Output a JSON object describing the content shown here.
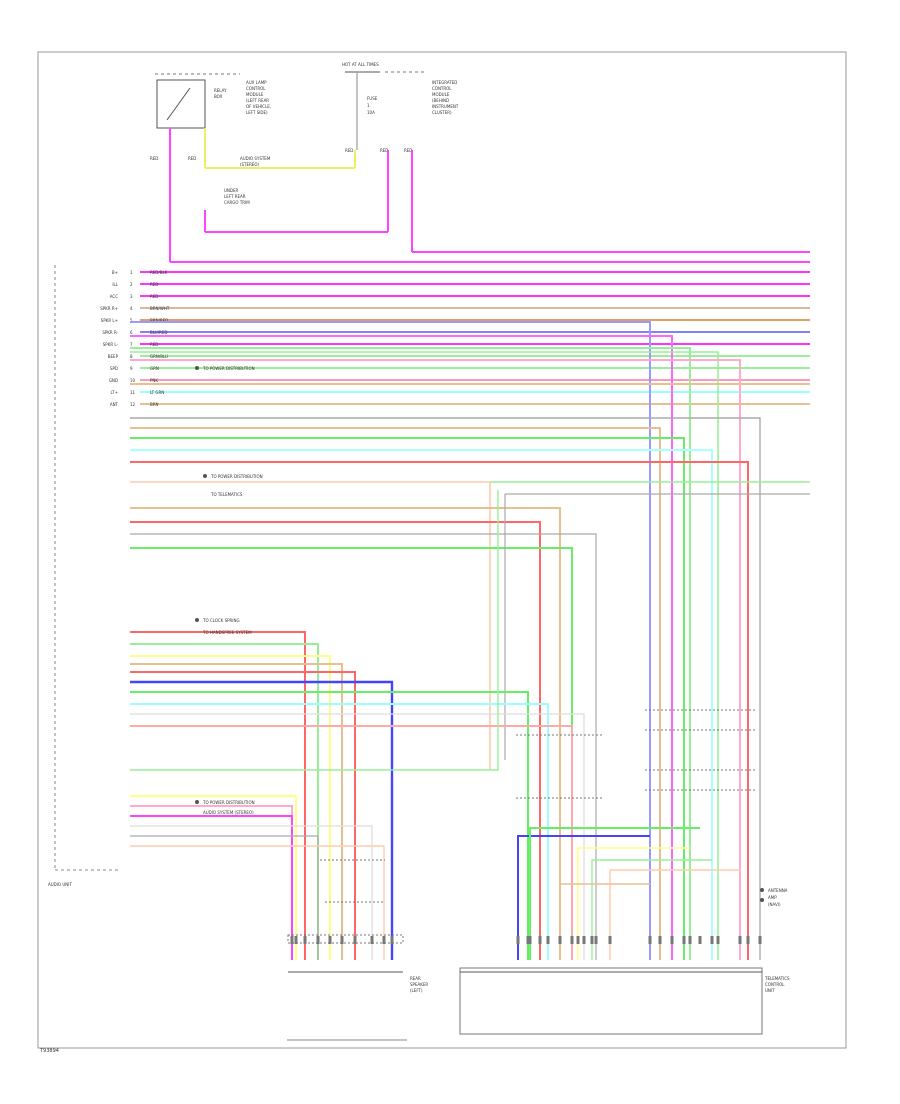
{
  "diagram": {
    "footer_code": "T93894",
    "bottom_rule_label": "",
    "top_fuse": {
      "label": "HOT AT ALL TIMES",
      "wire_a": "RED",
      "wire_b": "RED"
    },
    "relay_box": {
      "lines": [
        "RELAY",
        "BOX"
      ]
    },
    "relay_desc": {
      "lines": [
        "AUX LAMP",
        "CONTROL",
        "MODULE",
        "(LEFT REAR",
        "OF VEHICLE,",
        "LEFT SIDE)"
      ]
    },
    "relay_wires": {
      "left": "RED",
      "mid": "RED"
    },
    "yellow_note": {
      "lines": [
        "AUDIO SYSTEM",
        "(STEREO)"
      ]
    },
    "lower_note": {
      "lines": [
        "UNDER",
        "LEFT REAR",
        "CARGO TRIM"
      ]
    },
    "junction_desc": {
      "lines": [
        "INTEGRATED",
        "CONTROL",
        "MODULE",
        "(BEHIND",
        "INSTRUMENT",
        "CLUSTER)"
      ]
    },
    "junction_mid": {
      "lines": [
        "FUSE",
        "1",
        "10A"
      ]
    },
    "junction_wires": {
      "a": "RED",
      "b": "RED",
      "c": "RED"
    },
    "audio_unit_label": "AUDIO UNIT",
    "side_notes": [
      "TO POWER DISTRIBUTION",
      "TO POWER DISTRIBUTION",
      "TO TELEMATICS",
      "TO CLOCK SPRING",
      "TO HANDSFREE SYSTEM",
      "TO POWER DISTRIBUTION",
      "AUDIO SYSTEM (STEREO)"
    ],
    "right_block_label": [
      "ANTENNA",
      "AMP",
      "(NAVI)"
    ],
    "bottom_left_conn_label": [
      "REAR",
      "SPEAKER",
      "(LEFT)"
    ],
    "bottom_right_conn_label": [
      "TELEMATICS",
      "CONTROL",
      "UNIT"
    ],
    "rows": [
      {
        "label": "B+",
        "pin": "1",
        "wire": "RED/BLK",
        "color": "#ff33ff"
      },
      {
        "label": "ILL",
        "pin": "2",
        "wire": "RED",
        "color": "#ff33ff"
      },
      {
        "label": "ACC",
        "pin": "3",
        "wire": "RED",
        "color": "#ff33ff"
      },
      {
        "label": "SPKR R+",
        "pin": "4",
        "wire": "BRN/WHT",
        "color": "#d9b8a0"
      },
      {
        "label": "SPKR L+",
        "pin": "5",
        "wire": "BRN/RED",
        "color": "#e0a060"
      },
      {
        "label": "SPKR R-",
        "pin": "6",
        "wire": "BLU/RED",
        "color": "#8080ff"
      },
      {
        "label": "SPKR L-",
        "pin": "7",
        "wire": "RED",
        "color": "#ff33ff"
      },
      {
        "label": "BEEP",
        "pin": "8",
        "wire": "GRN/BLU",
        "color": "#99ee99"
      },
      {
        "label": "SPD",
        "pin": "9",
        "wire": "GRN",
        "color": "#99ee99"
      },
      {
        "label": "GND",
        "pin": "10",
        "wire": "PNK",
        "color": "#ff99bb"
      },
      {
        "label": "LT+",
        "pin": "11",
        "wire": "LT GRN",
        "color": "#99ffff"
      },
      {
        "label": "ANT",
        "pin": "12",
        "wire": "BRN",
        "color": "#e8c090"
      }
    ]
  }
}
